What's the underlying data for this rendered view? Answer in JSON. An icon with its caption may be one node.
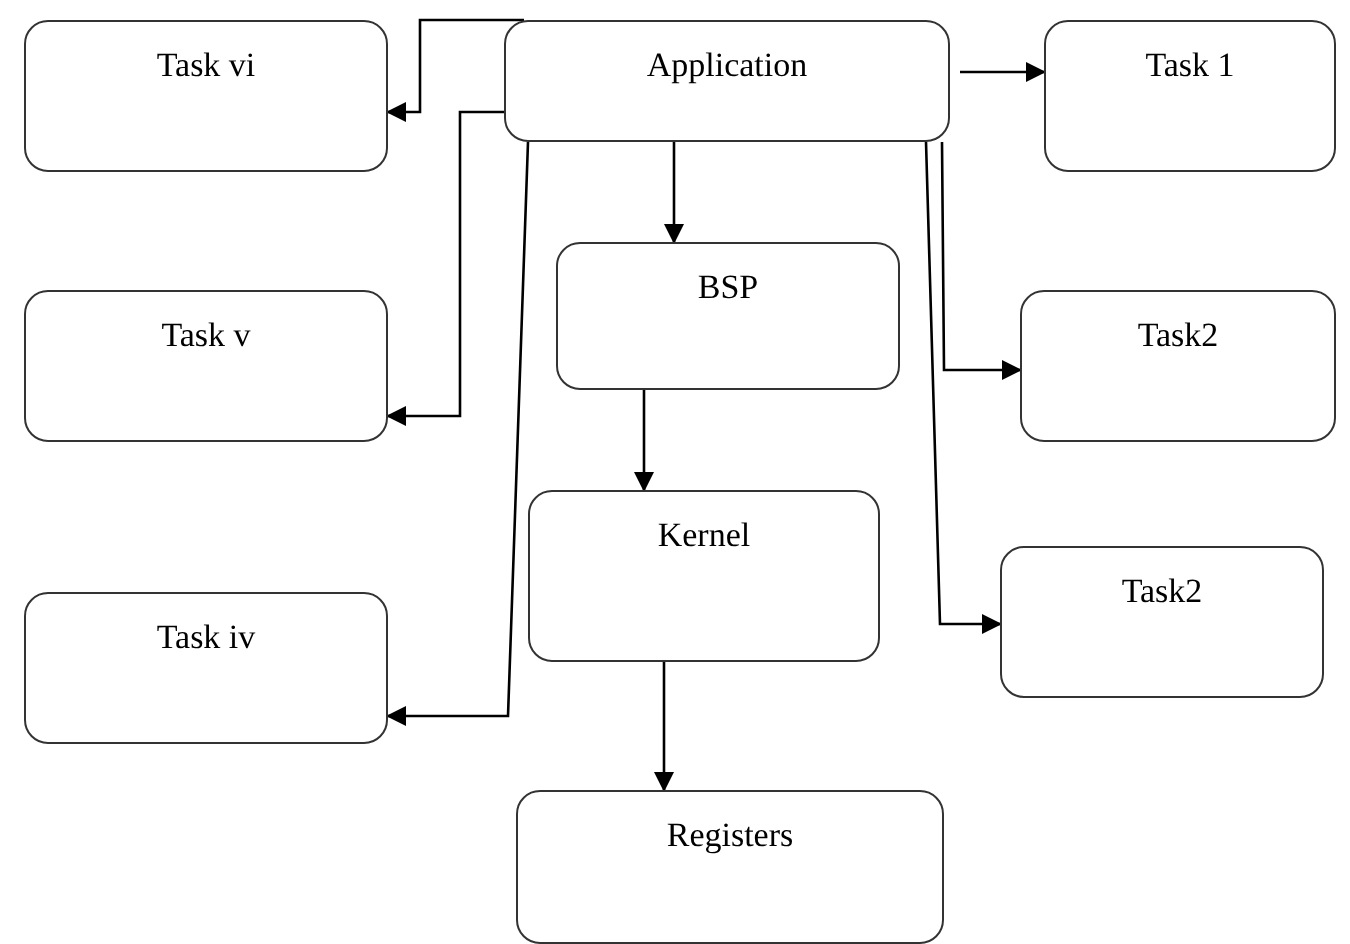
{
  "diagram": {
    "nodes": [
      {
        "text": [
          "Task vi"
        ]
      },
      {
        "text": [
          "Application"
        ]
      },
      {
        "text": [
          "Task 1"
        ]
      },
      {
        "text": [
          "Task v"
        ]
      },
      {
        "text": [
          "BSP"
        ]
      },
      {
        "text": [
          "Task2"
        ]
      },
      {
        "text": [
          "Task iv"
        ]
      },
      {
        "text": [
          "Kernel"
        ]
      },
      {
        "text": [
          "Task2"
        ]
      },
      {
        "text": [
          "Registers"
        ]
      }
    ],
    "edges": [
      {
        "from": 1,
        "to": 0,
        "arrow": "to"
      },
      {
        "from": 1,
        "to": 2,
        "arrow": "to"
      },
      {
        "from": 1,
        "to": 3,
        "arrow": "to"
      },
      {
        "from": 1,
        "to": 4,
        "arrow": "to"
      },
      {
        "from": 1,
        "to": 5,
        "arrow": "to"
      },
      {
        "from": 1,
        "to": 6,
        "arrow": "to"
      },
      {
        "from": 1,
        "to": 8,
        "arrow": "to"
      },
      {
        "from": 4,
        "to": 7,
        "arrow": "to"
      },
      {
        "from": 7,
        "to": 9,
        "arrow": "to"
      }
    ]
  }
}
